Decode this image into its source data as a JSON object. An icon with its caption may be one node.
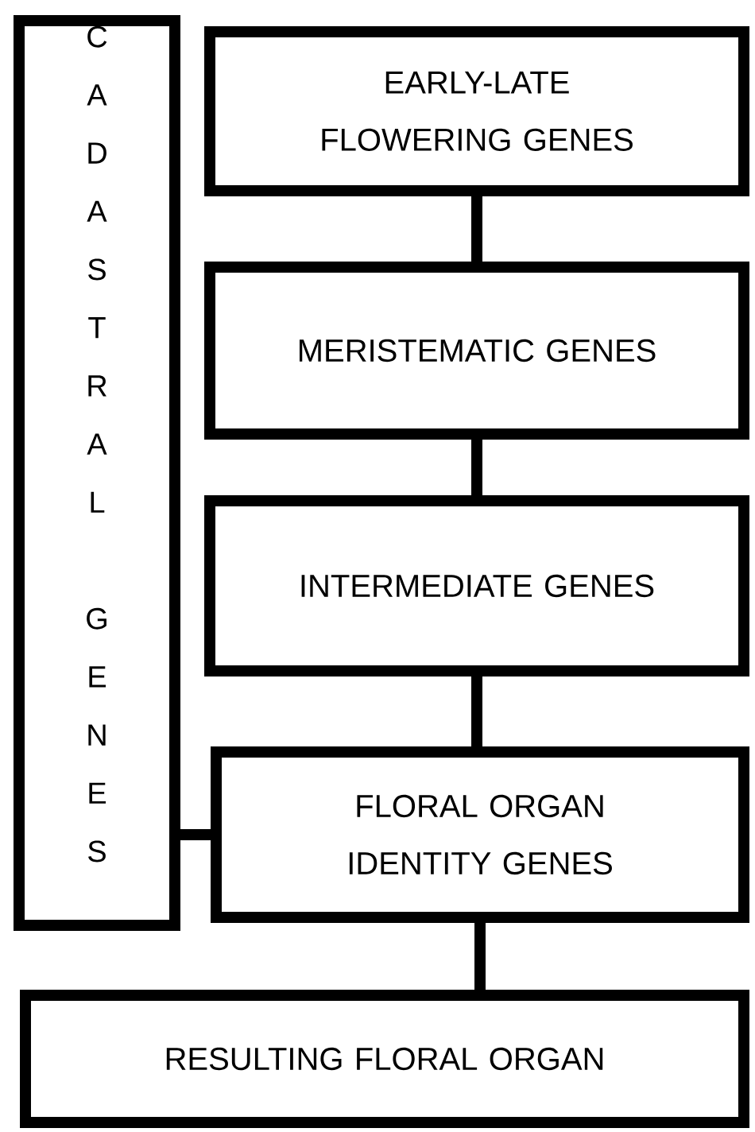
{
  "diagram": {
    "nodes": [
      {
        "text": [
          "CADASTRAL GENES"
        ]
      },
      {
        "text": [
          "EARLY-LATE FLOWERING GENES"
        ]
      },
      {
        "text": [
          "MERISTEMATIC GENES"
        ]
      },
      {
        "text": [
          "INTERMEDIATE GENES"
        ]
      },
      {
        "text": [
          "FLORAL ORGAN IDENTITY GENES"
        ]
      },
      {
        "text": [
          "RESULTING FLORAL ORGAN"
        ]
      }
    ],
    "edges": [
      {
        "from": 1,
        "to": 2,
        "arrow": "none"
      },
      {
        "from": 2,
        "to": 3,
        "arrow": "none"
      },
      {
        "from": 3,
        "to": 4,
        "arrow": "none"
      },
      {
        "from": 4,
        "to": 5,
        "arrow": "none"
      },
      {
        "from": 0,
        "to": 4,
        "arrow": "none"
      }
    ]
  }
}
